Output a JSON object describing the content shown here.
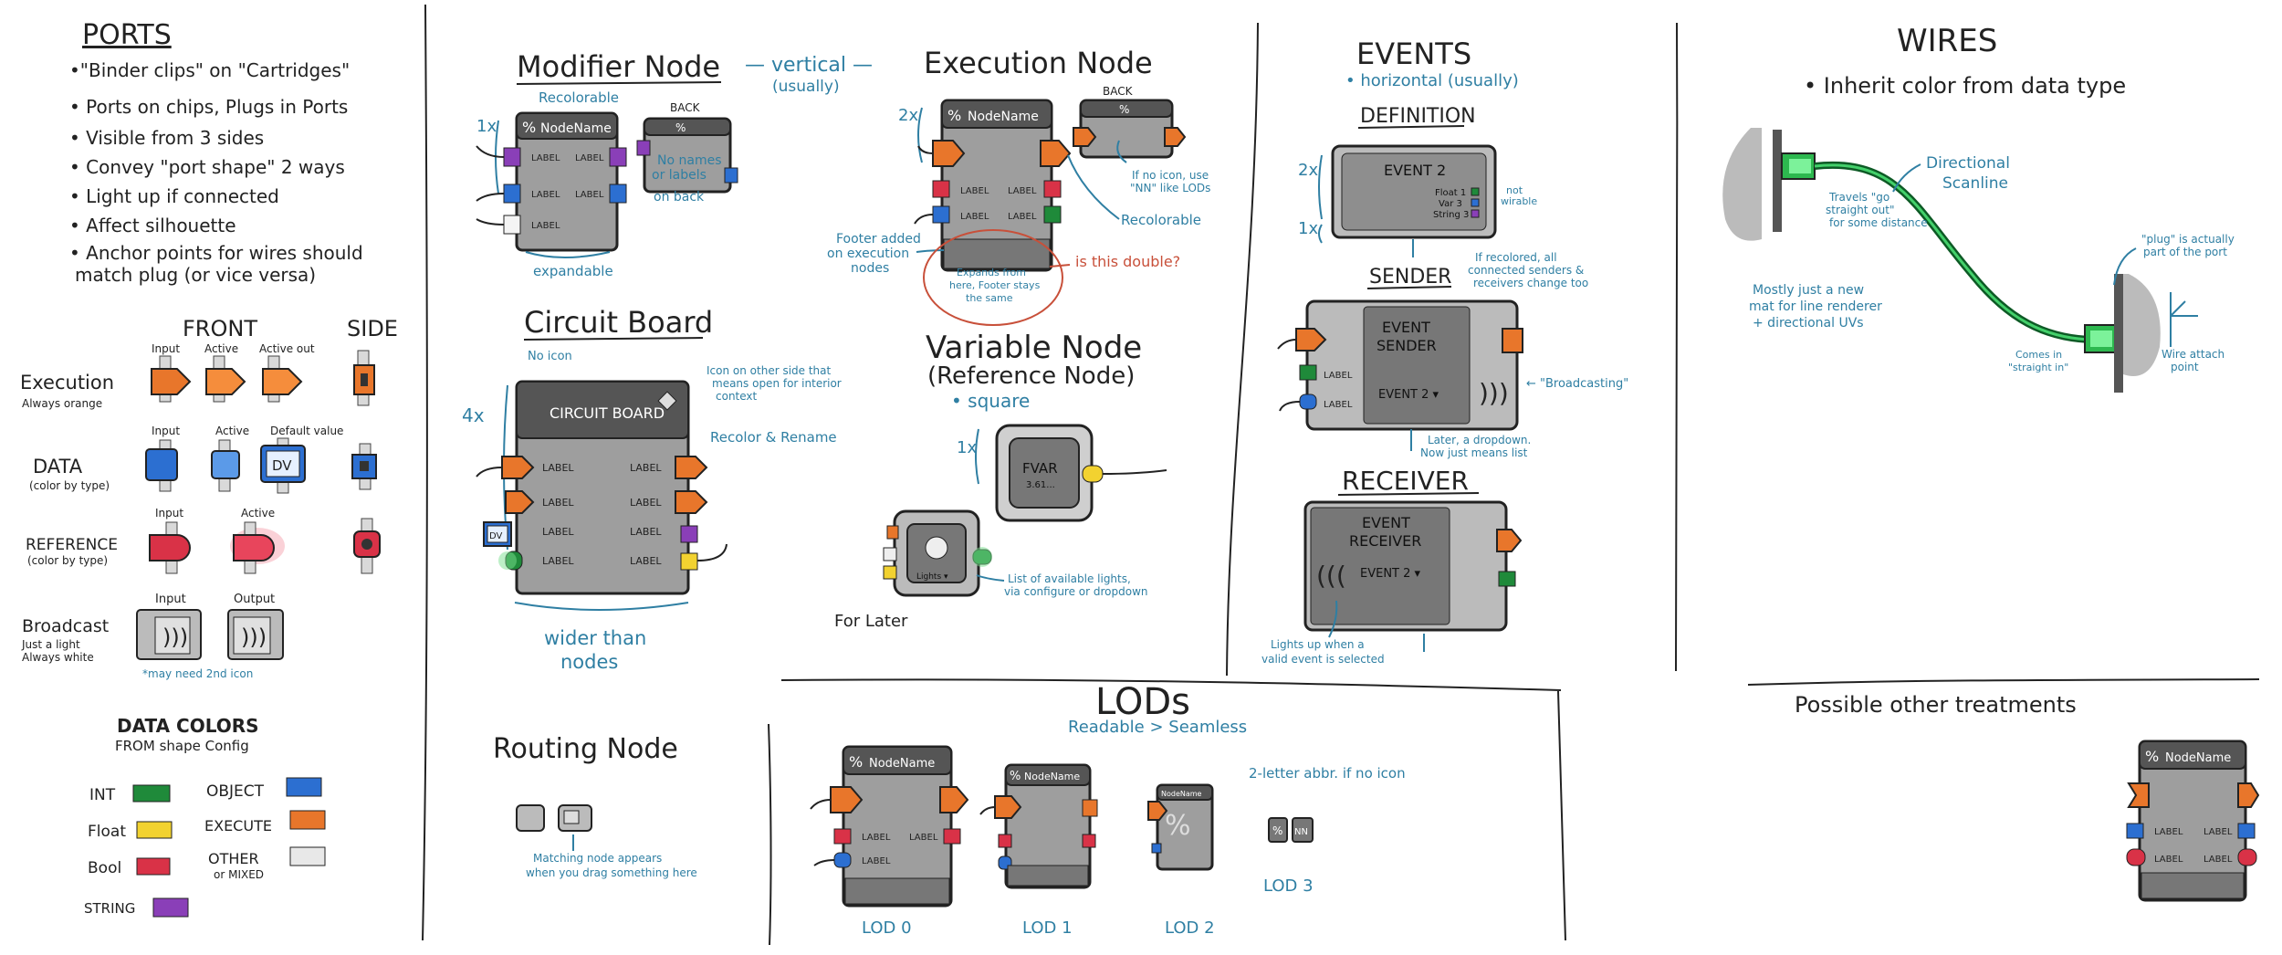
{
  "colors": {
    "orange": "#e8762b",
    "blue": "#2c6fd1",
    "red": "#d93247",
    "green": "#1f8a3a",
    "yellow": "#f2d230",
    "purple": "#8a3fb8",
    "gray": "#d9d9d9",
    "glow": "#9ff2b5",
    "annotation": "#2f7fa3",
    "question": "#c8503a"
  },
  "ports": {
    "title": "PORTS",
    "bullets": [
      "•\"Binder clips\" on \"Cartridges\"",
      "• Ports on chips, Plugs in Ports",
      "• Visible from 3 sides",
      "• Convey \"port shape\" 2 ways",
      "• Light up if connected",
      "• Affect silhouette",
      "• Anchor points for wires should",
      "match plug (or vice versa)"
    ],
    "front_label": "FRONT",
    "side_label": "SIDE",
    "rows": [
      {
        "name": "Execution",
        "sub": "Always orange",
        "tags": [
          "Input",
          "Active",
          "Active out"
        ]
      },
      {
        "name": "DATA",
        "sub": "(color by type)",
        "tags": [
          "Input",
          "Active",
          "Default value"
        ],
        "dv": "DV"
      },
      {
        "name": "REFERENCE",
        "sub": "(color by type)",
        "tags": [
          "Input",
          "Active"
        ]
      },
      {
        "name": "Broadcast",
        "sub": "Just a light / Always white",
        "tags": [
          "Input",
          "Output"
        ],
        "note": "*may need 2nd icon"
      }
    ]
  },
  "data_colors": {
    "title": "DATA COLORS",
    "sub": "FROM shape Config",
    "items": [
      {
        "label": "INT",
        "color": "#1f8a3a"
      },
      {
        "label": "Float",
        "color": "#f2d230"
      },
      {
        "label": "Bool",
        "color": "#d93247"
      },
      {
        "label": "STRING",
        "color": "#8a3fb8"
      },
      {
        "label": "OBJECT",
        "color": "#2c6fd1"
      },
      {
        "label": "EXECUTE",
        "color": "#e8762b"
      },
      {
        "label": "OTHER",
        "color": "#d9d9d9"
      }
    ],
    "other_sub": "or MIXED"
  },
  "modifier": {
    "title": "Modifier Node",
    "vertical": "— vertical —",
    "usually": "(usually)",
    "recolorable": "Recolorable",
    "back": "BACK",
    "node_name": "NodeName",
    "mult": "1x",
    "port_label": "LABEL",
    "no_names": "No names or labels on back",
    "expandable": "expandable"
  },
  "execution": {
    "title": "Execution Node",
    "back": "BACK",
    "node_name": "NodeName",
    "mult": "2x",
    "port_label": "LABEL",
    "no_icon": "If no icon, use \"NN\" like LODs",
    "recolorable": "Recolorable",
    "footer": "Footer added on execution nodes",
    "expands": "Expands from here, footer stays the same",
    "question": "is this double?"
  },
  "circuit": {
    "title": "Circuit Board",
    "no_icon": "No icon",
    "icon_note": "Icon on other side that means open for interior context",
    "recolor": "Recolor & Rename",
    "header": "CIRCUIT BOARD",
    "mult": "4x",
    "port_label": "LABEL",
    "dv": "DV",
    "wider": "wider than nodes"
  },
  "variable": {
    "title": "Variable Node",
    "subtitle": "(Reference Node)",
    "square": "• square",
    "mult": "1x",
    "fvar": "FVAR",
    "fvar_val": "3.61...",
    "lights": "Lights ▾",
    "list_note": "List of available lights, via configure or dropdown",
    "for_later": "For Later"
  },
  "events": {
    "title": "EVENTS",
    "horizontal": "• horizontal (usually)",
    "definition": "DEFINITION",
    "event2": "EVENT 2",
    "fields": [
      "Float 1",
      "Var 3",
      "String 3"
    ],
    "not_wireable": "not wirable",
    "mult2": "2x",
    "mult1": "1x",
    "recolored": "If recolored, all connected senders & receivers change too",
    "sender": "SENDER",
    "event_sender": "EVENT SENDER",
    "event2_dd": "EVENT 2 ▾",
    "broadcasting": "← \"Broadcasting\"",
    "later": "Later, a dropdown. Now just means list",
    "receiver": "RECEIVER",
    "event_receiver": "EVENT RECEIVER",
    "lights_up": "Lights up when a valid event is selected",
    "port_label": "LABEL"
  },
  "lods": {
    "title": "LODs",
    "subtitle": "Readable > Seamless",
    "two_letter": "2-letter abbr. if no icon",
    "node_name": "NodeName",
    "port_label": "LABEL",
    "labels": [
      "LOD 0",
      "LOD 1",
      "LOD 2",
      "LOD 3"
    ],
    "nn": "NN"
  },
  "routing": {
    "title": "Routing Node",
    "note": "Matching node appears when you drag something here"
  },
  "wires": {
    "title": "WIRES",
    "bullet": "• Inherit color from data type",
    "directional": "Directional Scanline",
    "travels": "Travels \"go straight out\" for some distance",
    "mostly": "Mostly just a new mat for line renderer + directional UVs",
    "plug": "\"plug\" is actually part of the port",
    "comes_in": "Comes in \"straight in\"",
    "attach": "Wire attach point"
  },
  "possible": {
    "title": "Possible other treatments",
    "node_name": "NodeName",
    "port_label": "LABEL"
  }
}
